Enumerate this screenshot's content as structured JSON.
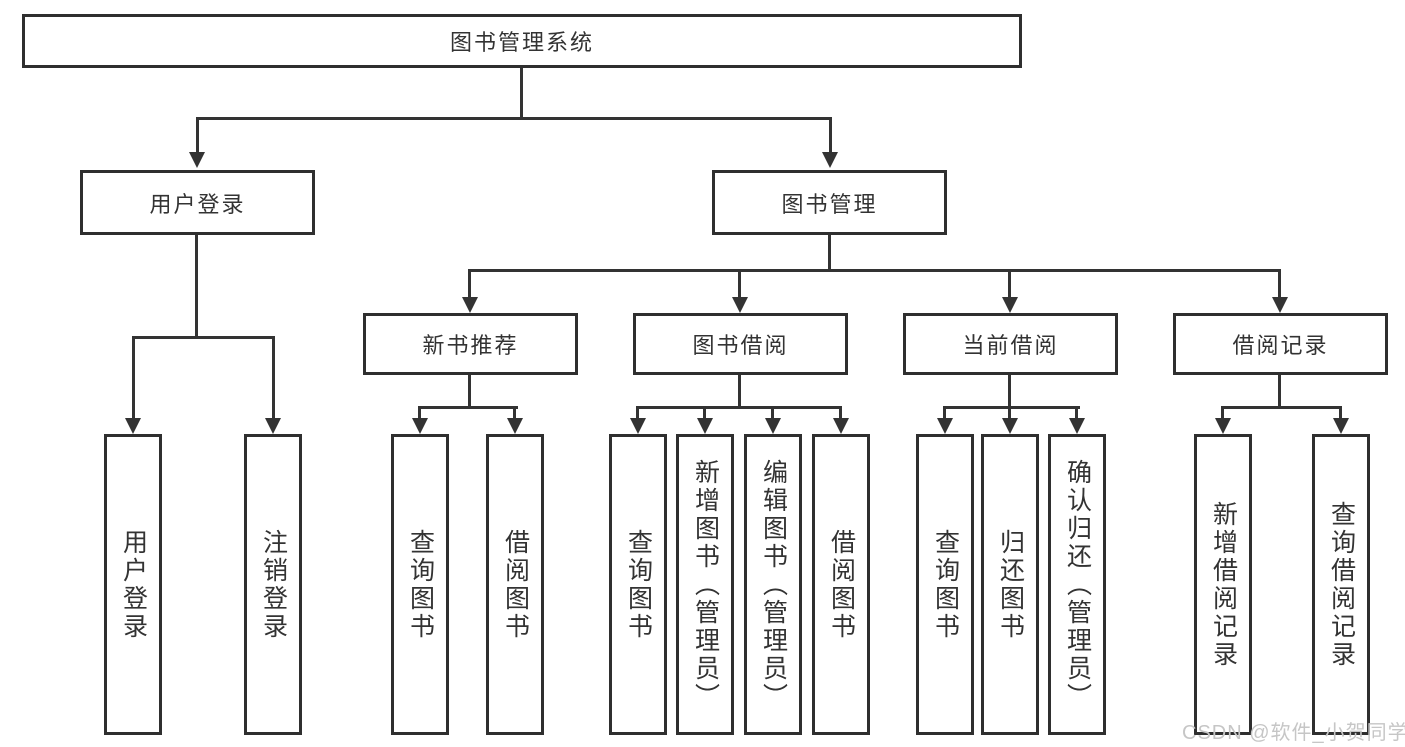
{
  "tree": {
    "root": {
      "label": "图书管理系统"
    },
    "branches": [
      {
        "label": "用户登录",
        "leaves": [
          {
            "label": "用户登录"
          },
          {
            "label": "注销登录"
          }
        ]
      },
      {
        "label": "图书管理",
        "groups": [
          {
            "label": "新书推荐",
            "leaves": [
              {
                "label": "查询图书"
              },
              {
                "label": "借阅图书"
              }
            ]
          },
          {
            "label": "图书借阅",
            "leaves": [
              {
                "label": "查询图书"
              },
              {
                "label": "新增图书（管理员）"
              },
              {
                "label": "编辑图书（管理员）"
              },
              {
                "label": "借阅图书"
              }
            ]
          },
          {
            "label": "当前借阅",
            "leaves": [
              {
                "label": "查询图书"
              },
              {
                "label": "归还图书"
              },
              {
                "label": "确认归还（管理员）"
              }
            ]
          },
          {
            "label": "借阅记录",
            "leaves": [
              {
                "label": "新增借阅记录"
              },
              {
                "label": "查询借阅记录"
              }
            ]
          }
        ]
      }
    ]
  },
  "watermark": {
    "text": "CSDN @软件_小贺同学"
  },
  "colors": {
    "background": "#ffffff",
    "box_border": "#2f2f2f",
    "line": "#333333",
    "text": "#333333",
    "watermark": "#c6c6c6"
  }
}
